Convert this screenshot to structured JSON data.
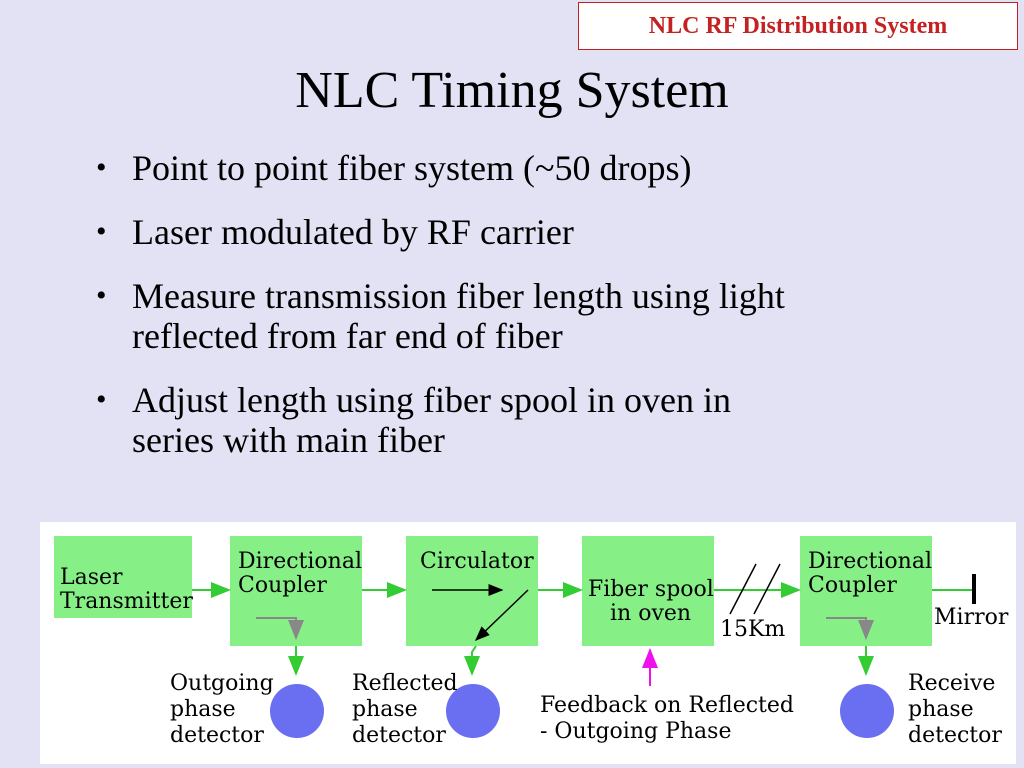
{
  "header": {
    "label": "NLC RF Distribution System"
  },
  "title": "NLC Timing System",
  "bullets": [
    {
      "line1": "Point to point fiber system (~50 drops)",
      "line2": ""
    },
    {
      "line1": "Laser modulated by RF carrier",
      "line2": ""
    },
    {
      "line1": "Measure transmission fiber length using light",
      "line2": "reflected from far end of fiber"
    },
    {
      "line1": "Adjust length using fiber spool in oven in",
      "line2": "series with main fiber"
    }
  ],
  "diagram": {
    "boxes": {
      "laser": {
        "line1": "Laser",
        "line2": "Transmitter"
      },
      "coupler1": {
        "line1": "Directional",
        "line2": "Coupler"
      },
      "circulator": {
        "line1": "Circulator"
      },
      "spool": {
        "line1": "Fiber spool",
        "line2": "in oven"
      },
      "coupler2": {
        "line1": "Directional",
        "line2": "Coupler"
      }
    },
    "distance_label": "15Km",
    "mirror_label": "Mirror",
    "detectors": {
      "outgoing": {
        "line1": "Outgoing",
        "line2": "phase",
        "line3": "detector"
      },
      "reflected": {
        "line1": "Reflected",
        "line2": "phase",
        "line3": "detector"
      },
      "receive": {
        "line1": "Receive",
        "line2": "phase",
        "line3": "detector"
      }
    },
    "feedback": {
      "line1": "Feedback on Reflected",
      "line2": "- Outgoing Phase"
    },
    "colors": {
      "box_fill": "#86f086",
      "signal_arrow": "#33cc33",
      "coupler_tap": "#888888",
      "feedback_arrow": "#ee11ee",
      "detector_fill": "#6a6ef0"
    }
  }
}
